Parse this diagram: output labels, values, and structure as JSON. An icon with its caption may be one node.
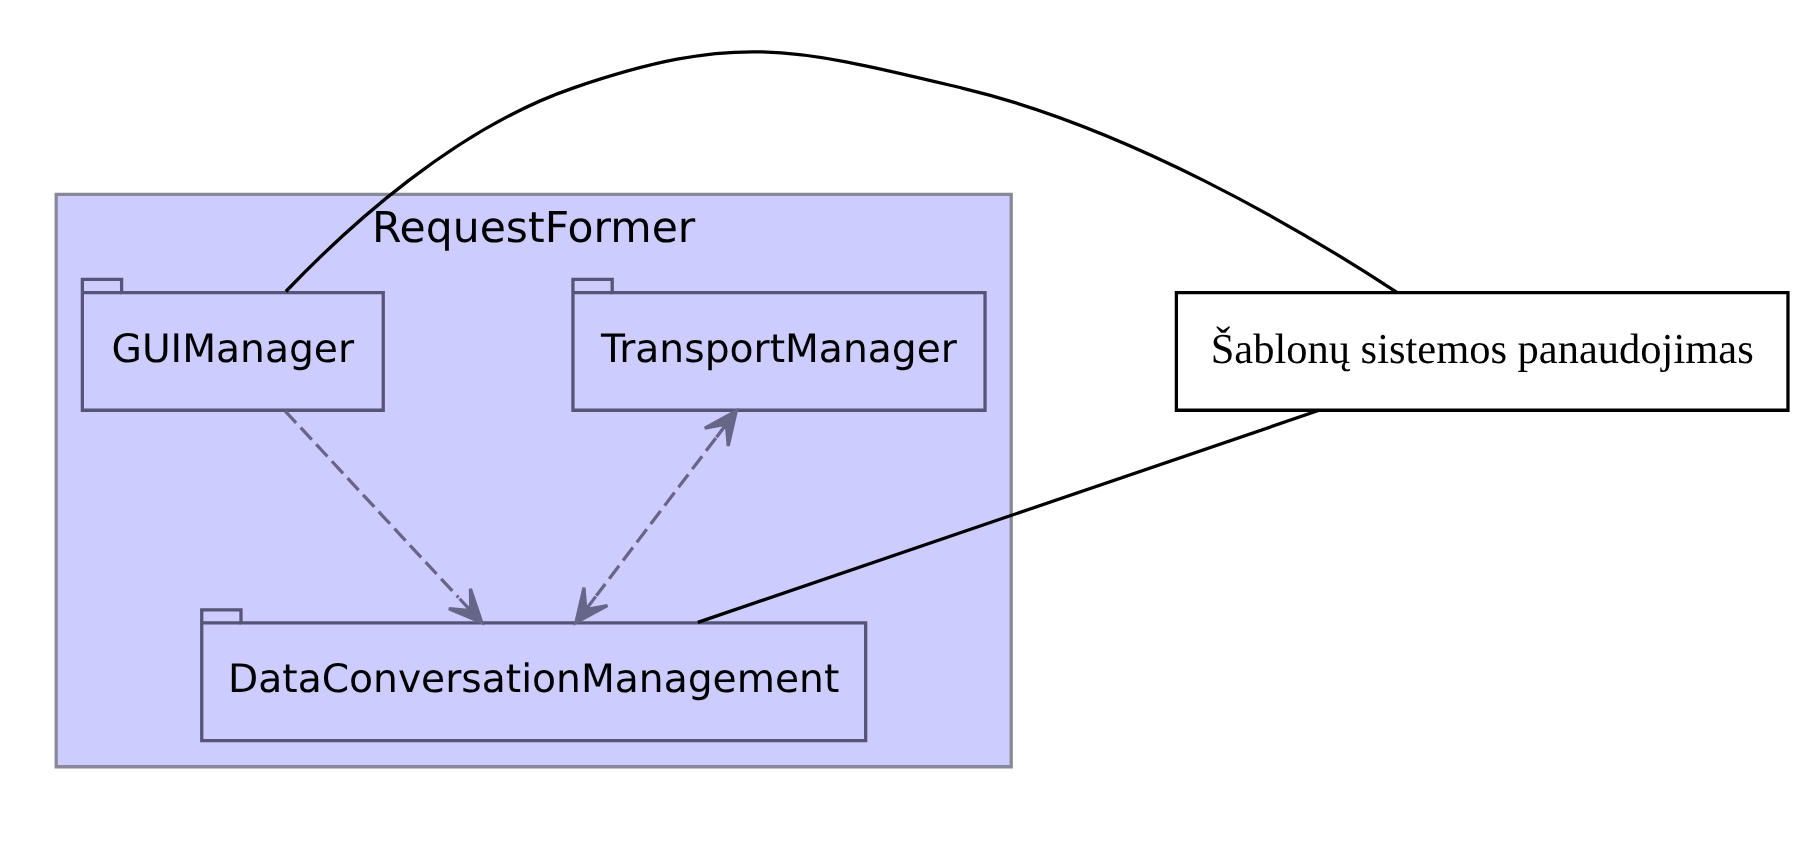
{
  "diagram": {
    "nodes": [
      {
        "text": [
          "RequestFormer"
        ]
      },
      {
        "text": [
          "TransportManager"
        ],
        "in": 0
      },
      {
        "text": [
          "GUIManager"
        ],
        "in": 0
      },
      {
        "text": [
          "DataConversationManagement"
        ],
        "in": 0
      },
      {
        "text": [
          "Šablonų sistemos panaudojimas"
        ]
      }
    ],
    "edges": [
      {
        "from": 1,
        "to": 3,
        "arrow": "both",
        "style": "dashed"
      },
      {
        "from": 2,
        "to": 3,
        "arrow": "to",
        "style": "dashed"
      },
      {
        "from": 4,
        "to": 2,
        "arrow": "none",
        "color": "#000000"
      },
      {
        "from": 4,
        "to": 3,
        "arrow": "none",
        "color": "#000000"
      }
    ]
  }
}
